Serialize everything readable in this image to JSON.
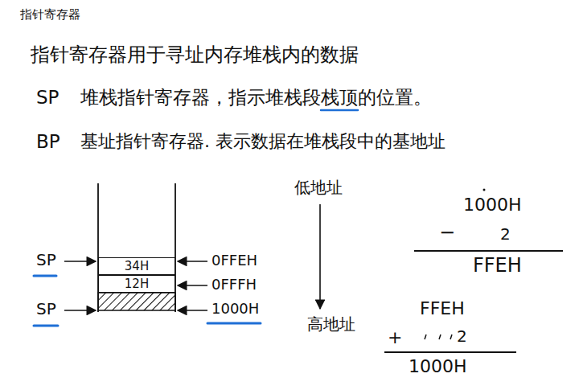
{
  "diagram": {
    "title": "指针寄存器",
    "nodes": [
      {
        "text": [
          "34H"
        ]
      },
      {
        "text": [
          "12H"
        ]
      }
    ],
    "labels": [
      "指针寄存器用于寻址内存堆栈内的数据",
      "SP",
      "堆栈指针寄存器，指示堆栈段栈顶的位置。",
      "BP",
      "基址指针寄存器. 表示数据在堆栈段中的基地址",
      "SP",
      "SP",
      "0FFEH",
      "0FFFH",
      "1000H",
      "低地址",
      "高地址",
      "1000H",
      "−",
      "2",
      "FFEH",
      "FFEH",
      "+",
      "2",
      "1000H"
    ]
  }
}
